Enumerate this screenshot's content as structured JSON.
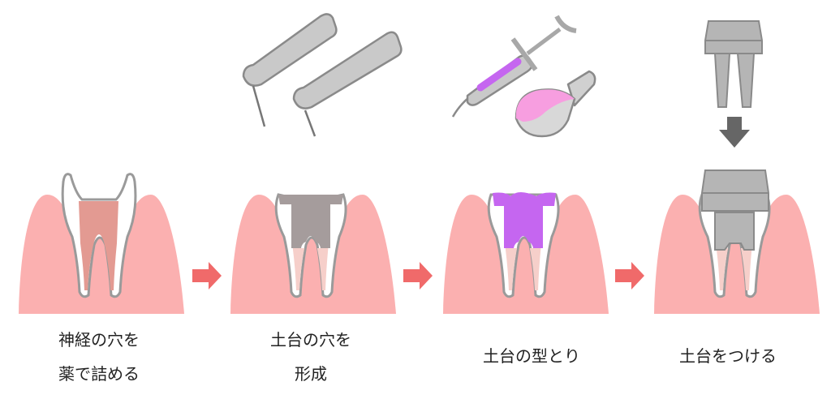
{
  "steps": [
    {
      "line1": "神経の穴を",
      "line2": "薬で詰める"
    },
    {
      "line1": "土台の穴を",
      "line2": "形成"
    },
    {
      "line1": "土台の型とり"
    },
    {
      "line1": "土台をつける"
    }
  ],
  "colors": {
    "gum": "#fbb0b0",
    "pulp": "#e39a92",
    "root_fill": "#f6cfca",
    "drilled": "#a59c9c",
    "impression": "#c566f0",
    "core": "#b5b5b5",
    "arrow": "#f06a6a",
    "outline": "#9a9a9a"
  }
}
